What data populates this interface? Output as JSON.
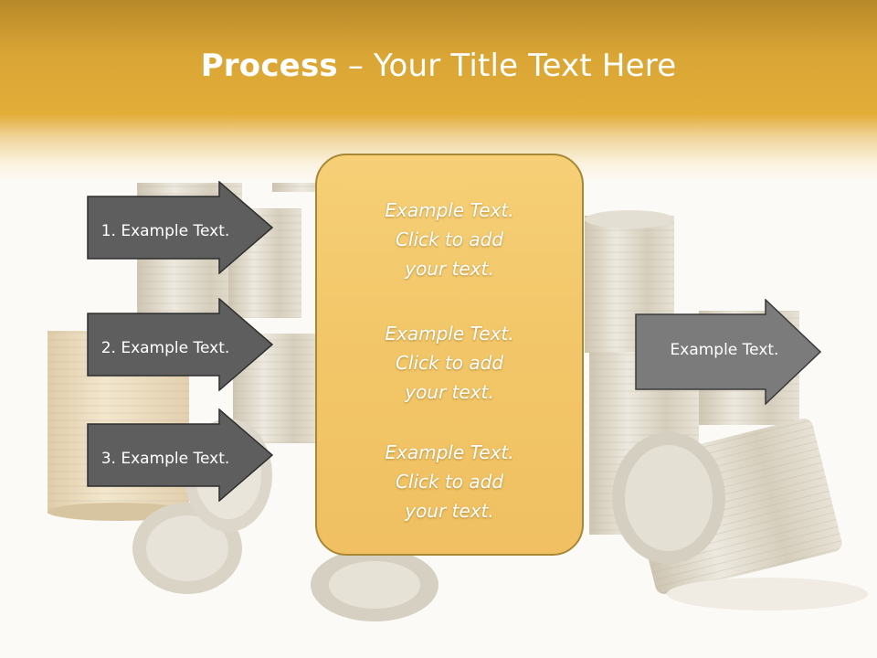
{
  "slide": {
    "title_bold": "Process",
    "title_rest": " – Your Title Text Here"
  },
  "left_arrows": [
    {
      "label": "1. Example Text."
    },
    {
      "label": "2. Example Text."
    },
    {
      "label": "3. Example Text."
    }
  ],
  "center_box": {
    "blocks": [
      {
        "line1": "Example Text.",
        "line2": "Click  to add",
        "line3": "your text."
      },
      {
        "line1": "Example Text.",
        "line2": "Click  to add",
        "line3": "your text."
      },
      {
        "line1": "Example Text.",
        "line2": "Click  to add",
        "line3": "your text."
      }
    ]
  },
  "right_arrow": {
    "label": "Example Text."
  },
  "colors": {
    "header_gold": "#e3ad38",
    "center_box_fill": "#f2c668",
    "dark_arrow": "#5e5e5e",
    "right_arrow": "#7b7b7b"
  },
  "background_image": "tin-cans-photo"
}
